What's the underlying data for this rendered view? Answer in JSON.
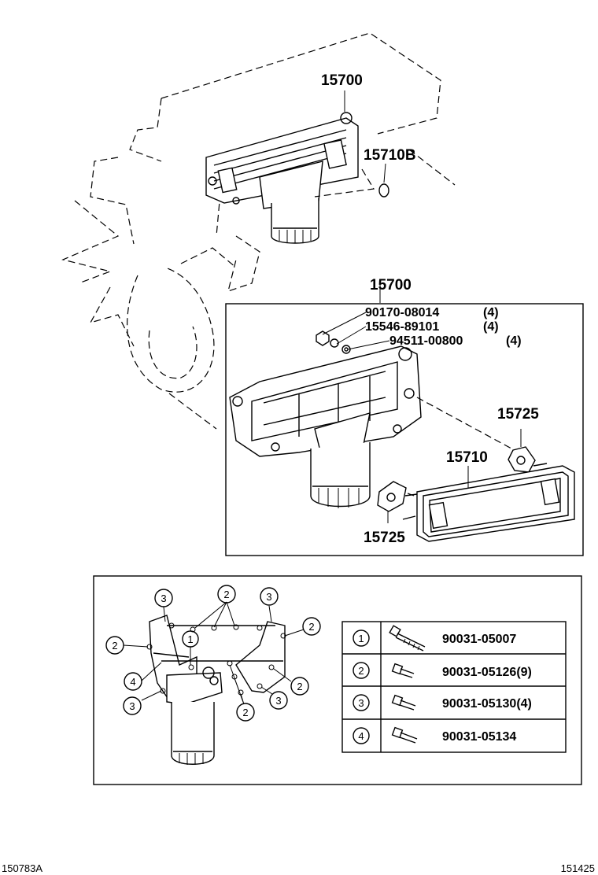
{
  "top_view": {
    "label_assembly": "15700",
    "label_gasket": "15710B"
  },
  "detail": {
    "label_assembly": "15700",
    "parts": [
      {
        "number": "90170-08014",
        "qty": "(4)"
      },
      {
        "number": "15546-89101",
        "qty": "(4)"
      },
      {
        "number": "94511-00800",
        "qty": "(4)"
      }
    ],
    "label_gasket_top": "15725",
    "label_cooler": "15710",
    "label_gasket_bottom": "15725"
  },
  "bolt_diagram": {
    "callouts": {
      "top_left": "3",
      "top_mid": "2",
      "top_right": "3",
      "left": "2",
      "right": "2",
      "center": "1",
      "left_mid": "4",
      "bottom_left": "3",
      "bottom_mid": "2",
      "bottom_right_a": "3",
      "bottom_right_b": "2"
    },
    "table": [
      {
        "ref": "1",
        "part": "90031-05007"
      },
      {
        "ref": "2",
        "part": "90031-05126(9)"
      },
      {
        "ref": "3",
        "part": "90031-05130(4)"
      },
      {
        "ref": "4",
        "part": "90031-05134"
      }
    ]
  },
  "footer": {
    "left_code": "150783A",
    "right_code": "151425"
  }
}
